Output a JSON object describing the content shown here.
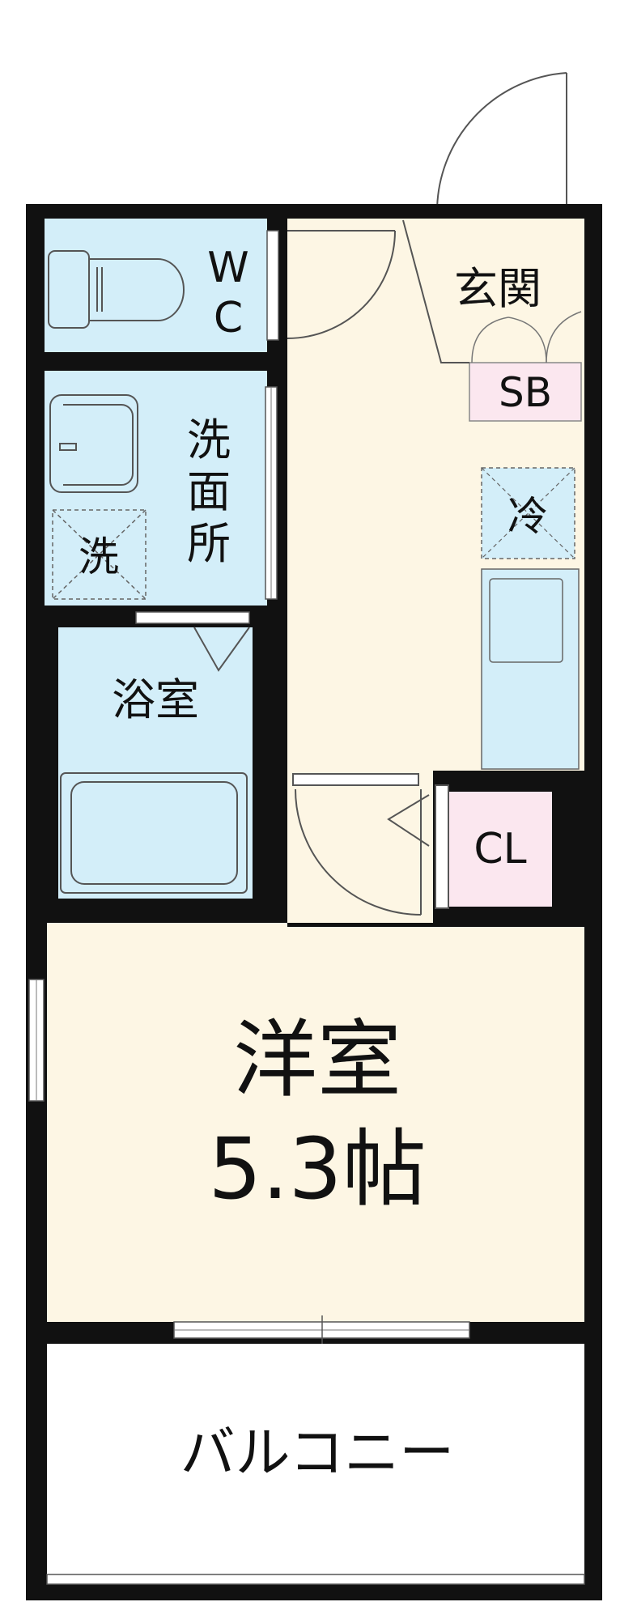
{
  "rooms": {
    "wc": {
      "label_line1": "W",
      "label_line2": "C"
    },
    "genkan": {
      "label": "玄関"
    },
    "shoe_box": {
      "label": "SB"
    },
    "senmenjo": {
      "label_chars": [
        "洗",
        "面",
        "所"
      ]
    },
    "washer": {
      "label": "洗"
    },
    "fridge": {
      "label": "冷"
    },
    "bathroom": {
      "label": "浴室"
    },
    "closet": {
      "label": "CL"
    },
    "western_room": {
      "label": "洋室",
      "size": "5.3帖"
    },
    "balcony": {
      "label": "バルコニー"
    }
  },
  "colors": {
    "wall": "#111111",
    "wet_area": "#d3eef9",
    "living_area": "#fdf6e4",
    "storage": "#fbe7ef",
    "balcony": "#ffffff",
    "fixture_line": "#555555"
  }
}
